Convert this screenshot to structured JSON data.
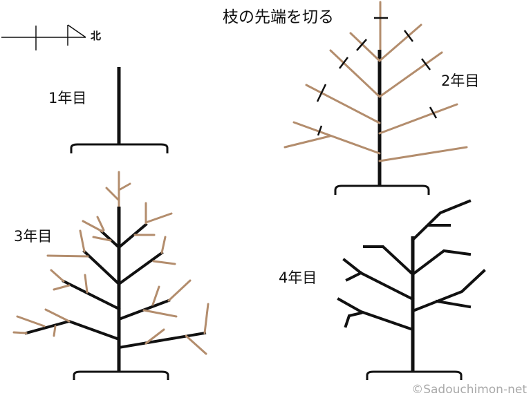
{
  "compass": {
    "north_label": "北"
  },
  "annotation": {
    "cut_tips": "枝の先端を切る"
  },
  "stages": [
    {
      "label": "1年目"
    },
    {
      "label": "2年目"
    },
    {
      "label": "3年目"
    },
    {
      "label": "4年目"
    }
  ],
  "colors": {
    "trunk": "#111111",
    "new_growth": "#b38d6d"
  },
  "copyright": "©Sadouchimon-net"
}
